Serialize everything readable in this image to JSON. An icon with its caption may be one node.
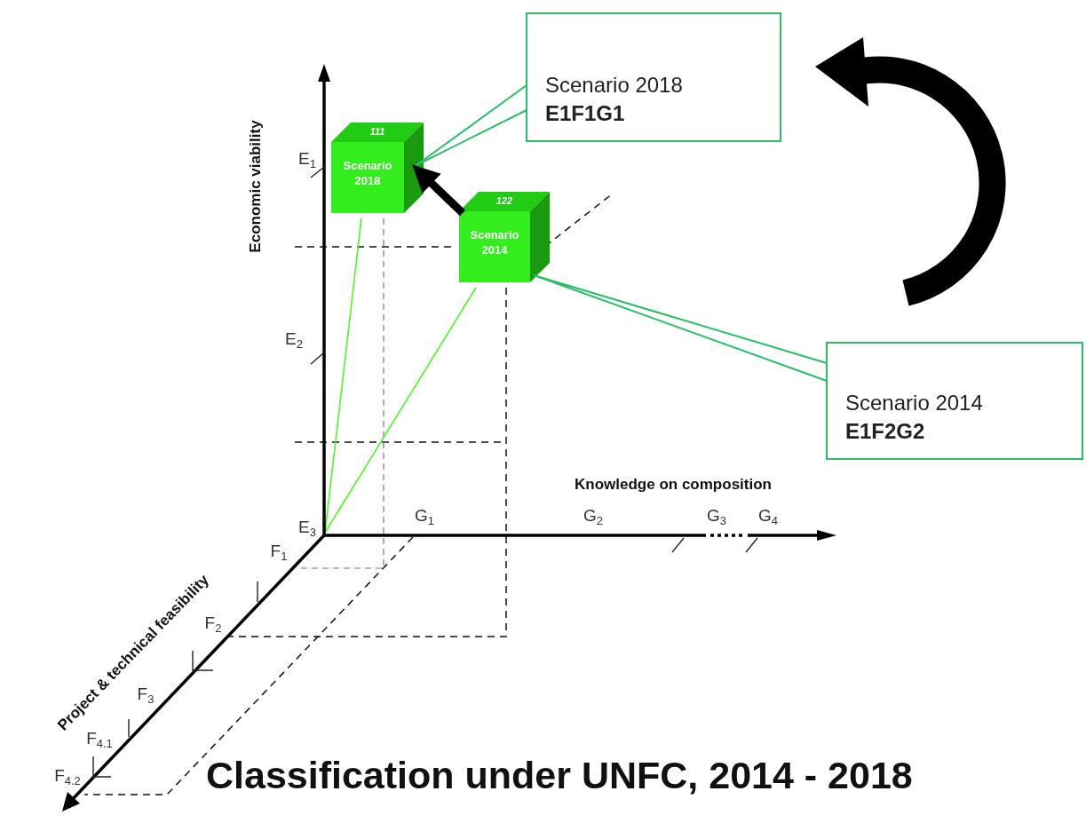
{
  "diagram": {
    "title": "Classification under UNFC, 2014 - 2018",
    "nodes": [
      {
        "text": [
          "Scenario 2018",
          "E1F1G1"
        ]
      },
      {
        "text": [
          "111",
          "Scenario 2018"
        ]
      },
      {
        "text": [
          "122",
          "Scenario 2014"
        ]
      },
      {
        "text": [
          "Scenario 2014",
          "E1F2G2"
        ]
      }
    ],
    "edges": [
      {
        "from": 0,
        "to": 1,
        "arrow": "none"
      },
      {
        "from": 2,
        "to": 1,
        "arrow": "to",
        "style": "thick",
        "color": "#000000"
      },
      {
        "from": 3,
        "to": 2,
        "arrow": "none"
      }
    ],
    "labels": [
      "Economic viability",
      "E$_{1}$",
      "E$_{2}$",
      "E$_{3}$",
      "Knowledge on composition",
      "G$_{1}$",
      "G$_{2}$",
      "G$_{3}$",
      "G$_{4}$",
      "Project & technical feasibility",
      "F$_{1}$",
      "F$_{2}$",
      "F$_{3}$",
      "F$_{4.1}$",
      "F$_{4.2}$"
    ]
  }
}
